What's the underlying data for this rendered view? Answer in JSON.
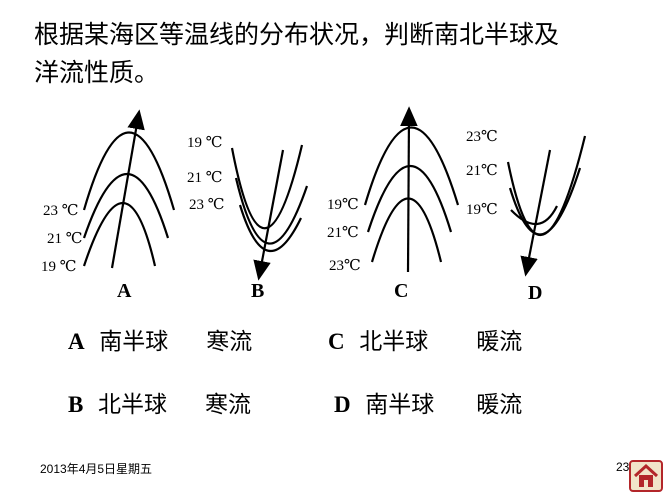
{
  "question": {
    "line1": "根据某海区等温线的分布状况，判断南北半球及",
    "line2": "洋流性质。"
  },
  "panels": {
    "A": {
      "letter": "A",
      "labels": [
        "23 ℃",
        "21 ℃",
        "19 ℃"
      ]
    },
    "B": {
      "letter": "B",
      "labels": [
        "19 ℃",
        "21 ℃",
        "23 ℃"
      ]
    },
    "C": {
      "letter": "C",
      "labels": [
        "19℃",
        "21℃",
        "23℃"
      ]
    },
    "D": {
      "letter": "D",
      "labels": [
        "23℃",
        "21℃",
        "19℃"
      ]
    }
  },
  "options": [
    {
      "key": "A",
      "hemisphere": "南半球",
      "current": "寒流"
    },
    {
      "key": "C",
      "hemisphere": "北半球",
      "current": "暖流"
    },
    {
      "key": "B",
      "hemisphere": "北半球",
      "current": "寒流"
    },
    {
      "key": "D",
      "hemisphere": "南半球",
      "current": "暖流"
    }
  ],
  "footer": {
    "date": "2013年4月5日星期五",
    "page": "23"
  },
  "colors": {
    "line": "#000000",
    "home_icon": "#b3262a"
  },
  "icons": {
    "home": "home-icon"
  }
}
